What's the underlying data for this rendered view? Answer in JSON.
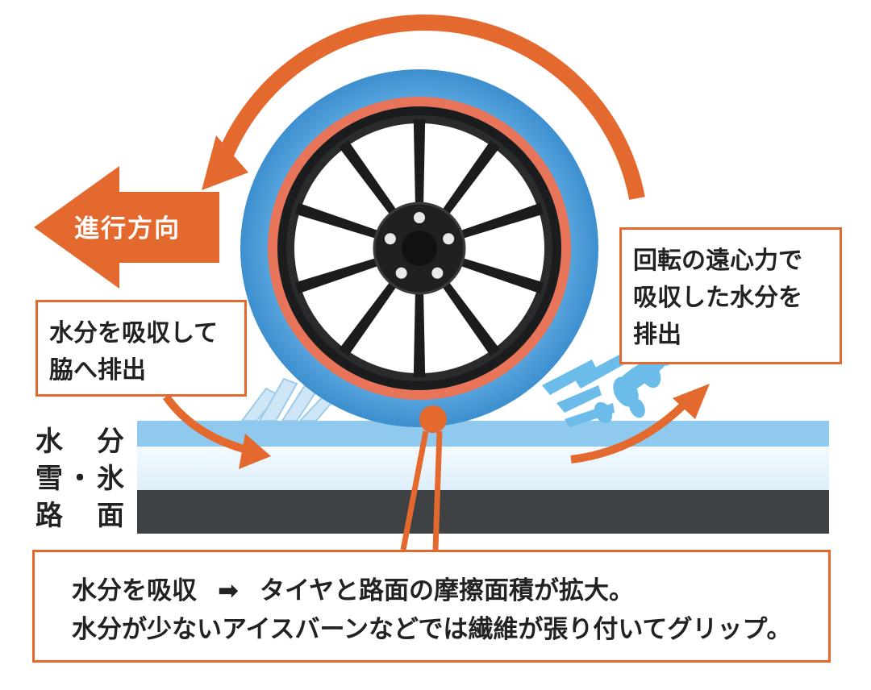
{
  "direction_label": "進行方向",
  "left_box": {
    "line1": "水分を吸収して",
    "line2": "脇へ排出"
  },
  "right_box": {
    "line1": "回転の遠心力で",
    "line2": "吸収した水分を",
    "line3": "排出"
  },
  "layers": [
    {
      "a": "水",
      "b": "分"
    },
    {
      "a": "雪",
      "dot": "・",
      "b": "氷"
    },
    {
      "a": "路",
      "b": "面"
    }
  ],
  "bottom_box": {
    "line1_a": "水分を吸収",
    "arrow": "➡",
    "line1_b": "タイヤと路面の摩擦面積が拡大。",
    "line2": "水分が少ないアイスバーンなどでは繊維が張り付いてグリップ。"
  },
  "colors": {
    "accent_orange": "#e4692e",
    "water_blue": "#8fc9ee",
    "snow_light": "#e8f4fc",
    "road_dark": "#3f4245",
    "sock_blue": "#4a9ad6",
    "rim_black": "#1b1c1e"
  }
}
